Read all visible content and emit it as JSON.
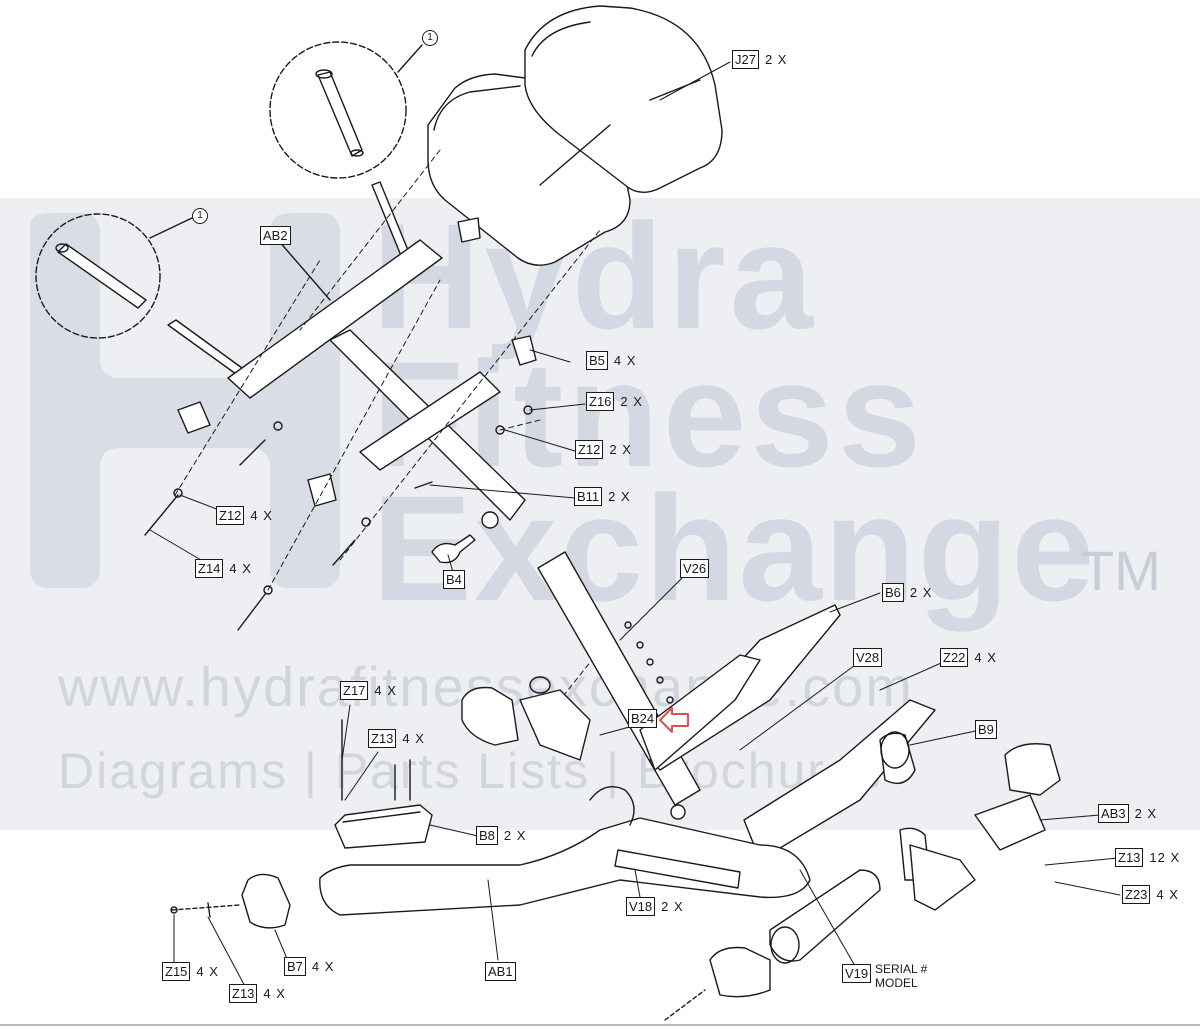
{
  "watermark": {
    "line1": "Hydra",
    "line2": "Fitness",
    "line3": "Exchange",
    "tm": "TM",
    "url": "www.hydrafitnessexchange.com",
    "tagline": "Diagrams | Parts Lists | Brochures"
  },
  "callouts": {
    "detail1_top": "1",
    "detail1_left": "1"
  },
  "parts": {
    "J27": {
      "id": "J27",
      "qty": "2 X"
    },
    "AB2": {
      "id": "AB2"
    },
    "B5": {
      "id": "B5",
      "qty": "4 X"
    },
    "Z16": {
      "id": "Z16",
      "qty": "2 X"
    },
    "Z12a": {
      "id": "Z12",
      "qty": "2 X"
    },
    "B11": {
      "id": "B11",
      "qty": "2 X"
    },
    "Z12b": {
      "id": "Z12",
      "qty": "4 X"
    },
    "Z14": {
      "id": "Z14",
      "qty": "4 X"
    },
    "B4": {
      "id": "B4"
    },
    "V26": {
      "id": "V26"
    },
    "B6": {
      "id": "B6",
      "qty": "2 X"
    },
    "V28": {
      "id": "V28"
    },
    "Z22": {
      "id": "Z22",
      "qty": "4 X"
    },
    "Z17": {
      "id": "Z17",
      "qty": "4 X"
    },
    "Z13a": {
      "id": "Z13",
      "qty": "4 X"
    },
    "B24": {
      "id": "B24"
    },
    "B9": {
      "id": "B9"
    },
    "AB3": {
      "id": "AB3",
      "qty": "2 X"
    },
    "B8": {
      "id": "B8",
      "qty": "2 X"
    },
    "Z13b": {
      "id": "Z13",
      "qty": "12 X"
    },
    "Z23": {
      "id": "Z23",
      "qty": "4 X"
    },
    "V18": {
      "id": "V18",
      "qty": "2 X"
    },
    "Z15": {
      "id": "Z15",
      "qty": "4 X"
    },
    "B7": {
      "id": "B7",
      "qty": "4 X"
    },
    "Z13c": {
      "id": "Z13",
      "qty": "4 X"
    },
    "AB1": {
      "id": "AB1"
    },
    "V19": {
      "id": "V19",
      "note1": "SERIAL #",
      "note2": "MODEL"
    }
  },
  "colors": {
    "line": "#1a1a1a",
    "watermark_band": "#eeeff2",
    "watermark_text": "#d3d8e2",
    "highlight_arrow": "#d9534f"
  }
}
